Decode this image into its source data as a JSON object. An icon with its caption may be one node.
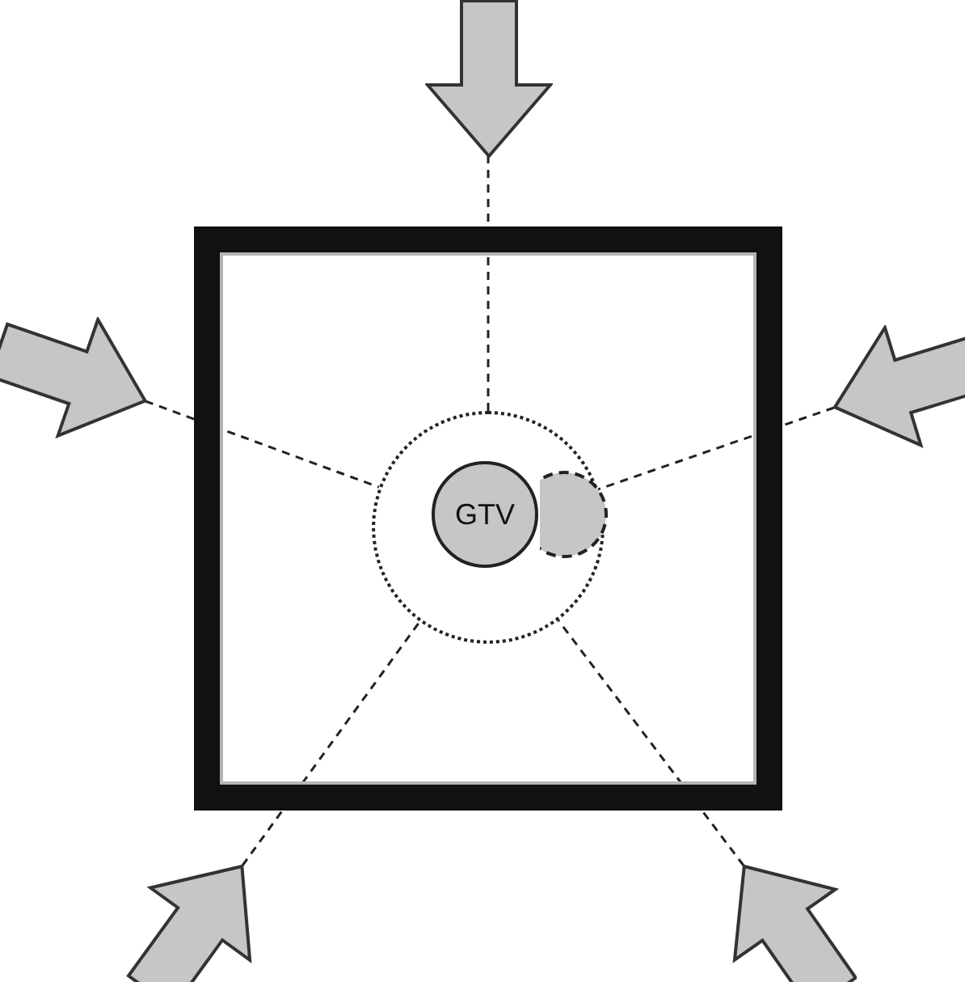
{
  "diagram": {
    "nodes": [
      {
        "text": [],
        "shape": "box"
      },
      {
        "text": [],
        "shape": "circle",
        "in": 0
      },
      {
        "text": [
          "GTV"
        ],
        "in": 1
      },
      {
        "text": [],
        "shape": "circle",
        "in": 1
      },
      {
        "text": [],
        "shape": "arrow"
      },
      {
        "text": [],
        "shape": "arrow"
      },
      {
        "text": [],
        "shape": "arrow"
      },
      {
        "text": [],
        "shape": "arrow"
      },
      {
        "text": [],
        "shape": "arrow"
      }
    ],
    "edges": [
      {
        "from": 4,
        "to": 1,
        "arrow": "none",
        "style": "dashed"
      },
      {
        "from": 5,
        "to": 1,
        "arrow": "none",
        "style": "dashed"
      },
      {
        "from": 6,
        "to": 1,
        "arrow": "none",
        "style": "dashed"
      },
      {
        "from": 7,
        "to": 1,
        "arrow": "none",
        "style": "dashed"
      },
      {
        "from": 8,
        "to": 1,
        "arrow": "none",
        "style": "dashed"
      }
    ]
  }
}
